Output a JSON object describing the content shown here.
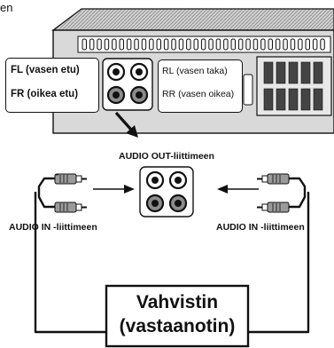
{
  "corner_text": "en",
  "device_labels": {
    "front_left": "FL (vasen etu)",
    "front_right": "FR (oikea etu)",
    "rear_left": "RL (vasen taka)",
    "rear_right": "RR (vasen oikea)"
  },
  "audio_out_label": "AUDIO OUT-liittimeen",
  "audio_in_left_label": "AUDIO IN -liittimeen",
  "audio_in_right_label": "AUDIO IN -liittimeen",
  "amplifier": {
    "line1": "Vahvistin",
    "line2": "(vastaanotin)"
  },
  "colors": {
    "ink": "#111111",
    "panel_fill": "#d6d6d6",
    "panel_dark": "#8c8c8c"
  }
}
